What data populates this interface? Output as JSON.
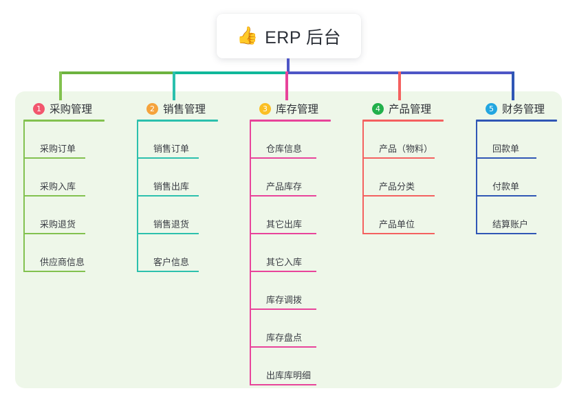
{
  "root": {
    "emoji": "👍",
    "emoji_name": "thumbs-up-icon",
    "title": "ERP 后台"
  },
  "theme": {
    "panel_bg": "#eef7e9",
    "card_bg": "#ffffff",
    "stem_color": "#4e56c6",
    "text_color": "#2f3238"
  },
  "connector": {
    "segments": [
      {
        "name": "green-segment",
        "color": "#6db33f"
      },
      {
        "name": "teal-segment",
        "color": "#10b89a"
      },
      {
        "name": "indigo-segment",
        "color": "#4e56c6"
      }
    ]
  },
  "branches": [
    {
      "number": "1",
      "label": "采购管理",
      "badge_color": "#f2566e",
      "line_color": "#82c14f",
      "head_rule_width": 118,
      "rule_width": 90,
      "items": [
        "采购订单",
        "采购入库",
        "采购退货",
        "供应商信息"
      ]
    },
    {
      "number": "2",
      "label": "销售管理",
      "badge_color": "#f5a33c",
      "line_color": "#2bc0ad",
      "head_rule_width": 118,
      "rule_width": 90,
      "items": [
        "销售订单",
        "销售出库",
        "销售退货",
        "客户信息"
      ]
    },
    {
      "number": "3",
      "label": "库存管理",
      "badge_color": "#fbbf24",
      "line_color": "#e8439a",
      "head_rule_width": 118,
      "rule_width": 97,
      "items": [
        "仓库信息",
        "产品库存",
        "其它出库",
        "其它入库",
        "库存调拨",
        "库存盘点",
        "出库库明细"
      ]
    },
    {
      "number": "4",
      "label": "产品管理",
      "badge_color": "#22b04b",
      "line_color": "#f4605f",
      "head_rule_width": 118,
      "rule_width": 105,
      "items": [
        "产品（物料）",
        "产品分类",
        "产品单位"
      ]
    },
    {
      "number": "5",
      "label": "财务管理",
      "badge_color": "#22a6e0",
      "line_color": "#2f56b5",
      "head_rule_width": 118,
      "rule_width": 88,
      "items": [
        "回款单",
        "付款单",
        "结算账户"
      ]
    }
  ]
}
